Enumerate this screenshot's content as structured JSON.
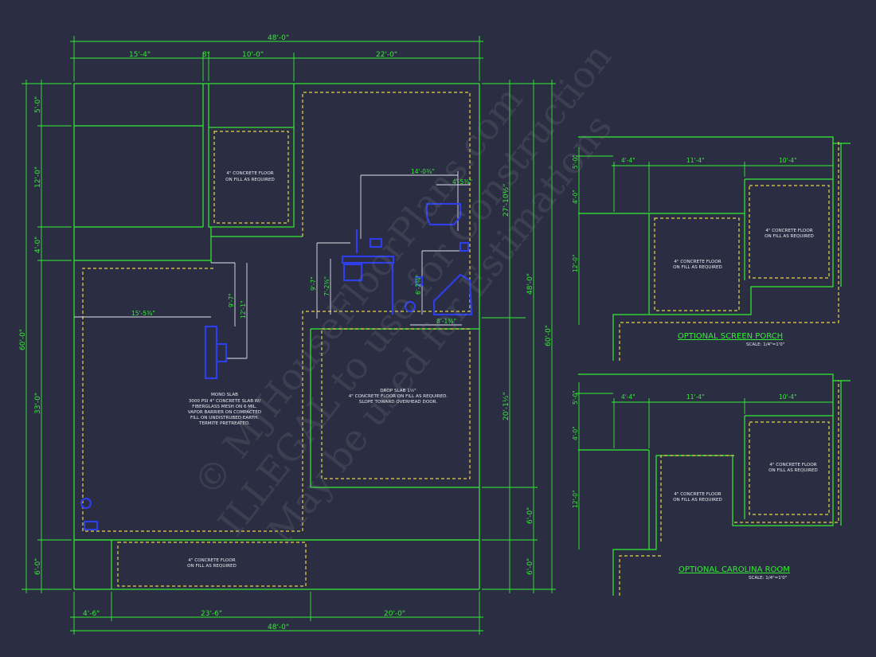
{
  "dimensions": {
    "top_overall": "48'-0\"",
    "top_seg1": "15'-4\"",
    "top_seg2": "8\"",
    "top_seg3": "10'-0\"",
    "top_seg4": "22'-0\"",
    "left_overall": "60'-0\"",
    "left_seg1": "5'-0\"",
    "left_seg2": "12'-0\"",
    "left_seg3": "4'-0\"",
    "left_seg4": "33'-0\"",
    "left_seg5": "6'-0\"",
    "right_seg1": "27'-10½\"",
    "right_seg2": "20'-1½\"",
    "right_seg3": "6'-0\"",
    "right_seg4": "6'-0\"",
    "right_mid": "48'-0\"",
    "right_overall": "60'-0\"",
    "bottom_seg1": "4'-6\"",
    "bottom_seg2": "23'-6\"",
    "bottom_seg3": "20'-0\"",
    "bottom_overall": "48'-0\"",
    "plumb_1": "14'-0⅜\"",
    "plumb_2": "4'-5⅜\"",
    "plumb_3": "9'-7\"",
    "plumb_4": "7'-2⅜\"",
    "plumb_5": "6'-2⅜\"",
    "plumb_6": "8'-1⅜\"",
    "plumb_7": "15'-5⅜\"",
    "plumb_8": "9'-7\"",
    "plumb_9": "12'-1\""
  },
  "notes": {
    "concrete_top": [
      "4\" CONCRETE FLOOR",
      "ON FILL AS REQUIRED"
    ],
    "mono_slab": [
      "MONO SLAB",
      "3000 PSI 4\" CONCRETE SLAB W/",
      "FIBERGLASS MESH ON 6 MIL.",
      "VAPOR BARRIER ON COMPACTED",
      "FILL ON UNDISTRUBED EARTH.",
      "TERMITE PRETREATED."
    ],
    "drop_slab": [
      "DROP SLAB 1½\"",
      "4\" CONCRETE FLOOR ON FILL AS REQUIRED.",
      "SLOPE TOWARD OVERHEAD DOOR."
    ],
    "concrete_bottom": [
      "4\" CONCRETE FLOOR",
      "ON FILL AS REQUIRED"
    ]
  },
  "screen_porch": {
    "title": "OPTIONAL SCREEN PORCH",
    "scale": "SCALE: 1/4\"=1'0\"",
    "dims": [
      "4'-4\"",
      "11'-4\"",
      "10'-4\"",
      "5'-0\"",
      "4'-0\"",
      "12'-0\""
    ],
    "note_left": [
      "4\" CONCRETE FLOOR",
      "ON FILL AS REQUIRED"
    ],
    "note_right": [
      "4\" CONCRETE FLOOR",
      "ON FILL AS REQUIRED"
    ]
  },
  "carolina_room": {
    "title": "OPTIONAL CAROLINA ROOM",
    "scale": "SCALE: 1/4\"=1'0\"",
    "dims": [
      "4'-4\"",
      "11'-4\"",
      "10'-4\"",
      "5'-0\"",
      "4'-0\"",
      "12'-0\""
    ],
    "note_left": [
      "4\" CONCRETE FLOOR",
      "ON FILL AS REQUIRED"
    ],
    "note_right": [
      "4\" CONCRETE FLOOR",
      "ON FILL AS REQUIRED"
    ]
  },
  "watermark": [
    "© MJHouseFloorPlans.com",
    "ILLEGAL to use for Construction",
    "May be used for Estimations"
  ],
  "colors": {
    "background": "#2b2d42",
    "walls": "#33ee33",
    "slab_outline": "#e6d64a",
    "plumbing": "#2e3fe8",
    "notes": "#e8eaf0"
  }
}
